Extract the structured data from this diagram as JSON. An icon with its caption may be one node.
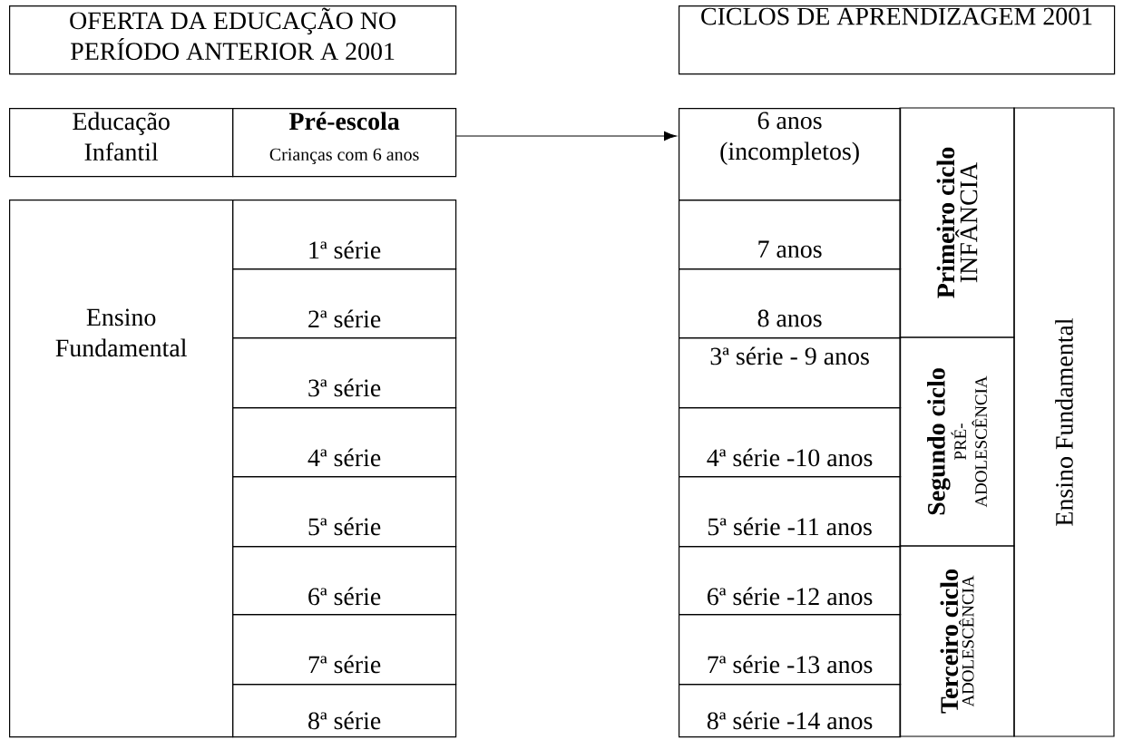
{
  "diagram": {
    "nodes": [
      {
        "text": [
          "OFERTA DA EDUCAÇÃO NO PERÍODO ANTERIOR A 2001"
        ]
      },
      {
        "text": [
          "CICLOS DE APRENDIZAGEM 2001"
        ]
      },
      {
        "text": [
          "Educação Infantil"
        ]
      },
      {
        "text": [
          "Pré-escola",
          "Crianças com 6 anos"
        ]
      },
      {
        "text": [
          "Ensino Fundamental"
        ]
      },
      {
        "text": [
          "1ª série"
        ]
      },
      {
        "text": [
          "2ª série"
        ]
      },
      {
        "text": [
          "3ª série"
        ]
      },
      {
        "text": [
          "4ª série"
        ]
      },
      {
        "text": [
          "5ª série"
        ]
      },
      {
        "text": [
          "6ª série"
        ]
      },
      {
        "text": [
          "7ª série"
        ]
      },
      {
        "text": [
          "8ª série"
        ]
      },
      {
        "text": [
          "6 anos (incompletos)"
        ]
      },
      {
        "text": [
          "7 anos"
        ]
      },
      {
        "text": [
          "8 anos"
        ]
      },
      {
        "text": [
          "3ª série - 9 anos"
        ]
      },
      {
        "text": [
          "4ª série -10 anos"
        ]
      },
      {
        "text": [
          "5ª série -11 anos"
        ]
      },
      {
        "text": [
          "6ª série -12 anos"
        ]
      },
      {
        "text": [
          "7ª série -13 anos"
        ]
      },
      {
        "text": [
          "8ª série -14 anos"
        ]
      },
      {
        "text": [
          "Primeiro ciclo",
          "INFÂNCIA"
        ]
      },
      {
        "text": [
          "Segundo ciclo",
          "PRÉ- ADOLESCÊNCIA"
        ]
      },
      {
        "text": [
          "Terceiro ciclo",
          "ADOLESCÊNCIA"
        ]
      },
      {
        "text": [
          "Ensino Fundamental"
        ]
      }
    ],
    "edges": [
      {
        "from": 3,
        "to": 13,
        "arrow": "to"
      }
    ]
  }
}
